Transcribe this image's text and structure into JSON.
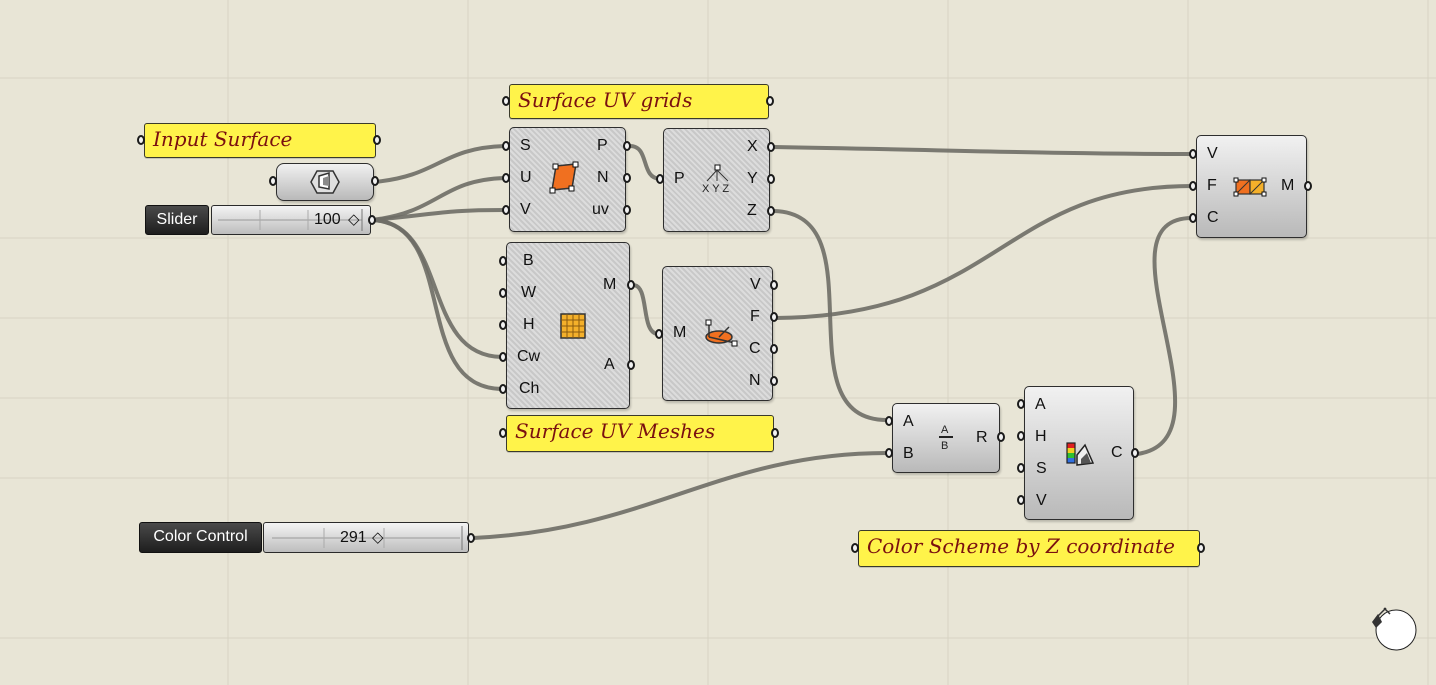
{
  "canvas": {
    "background": "#e8e5d6",
    "grid_color": "#d5d2c2",
    "wire_color": "#6e6d66"
  },
  "panels": {
    "input_surface": "Input Surface",
    "surface_uv_grids": "Surface UV grids",
    "surface_uv_meshes": "Surface UV Meshes",
    "color_scheme": "Color Scheme by Z coordinate"
  },
  "sliders": {
    "slider": {
      "name": "Slider",
      "value": "100"
    },
    "color_control": {
      "name": "Color Control",
      "value": "291"
    }
  },
  "divide_surface": {
    "inputs": [
      "S",
      "U",
      "V"
    ],
    "outputs": [
      "P",
      "N",
      "uv"
    ]
  },
  "deconstruct_point": {
    "inputs": [
      "P"
    ],
    "outputs": [
      "X",
      "Y",
      "Z"
    ]
  },
  "mesh_surface": {
    "inputs": [
      "B",
      "W",
      "H",
      "Cw",
      "Ch"
    ],
    "outputs": [
      "M",
      "A"
    ]
  },
  "deconstruct_mesh": {
    "inputs": [
      "M"
    ],
    "outputs": [
      "V",
      "F",
      "C",
      "N"
    ]
  },
  "division": {
    "inputs": [
      "A",
      "B"
    ],
    "outputs": [
      "R"
    ]
  },
  "colour_ahsv": {
    "inputs": [
      "A",
      "H",
      "S",
      "V"
    ],
    "outputs": [
      "C"
    ]
  },
  "construct_mesh": {
    "inputs": [
      "V",
      "F",
      "C"
    ],
    "outputs": [
      "M"
    ]
  },
  "icons": [
    "surface-param-icon",
    "divide-surface-icon",
    "deconstruct-point-icon",
    "mesh-surface-icon",
    "deconstruct-mesh-icon",
    "division-icon",
    "colour-ahsv-icon",
    "construct-mesh-icon",
    "navigation-compass-icon"
  ]
}
